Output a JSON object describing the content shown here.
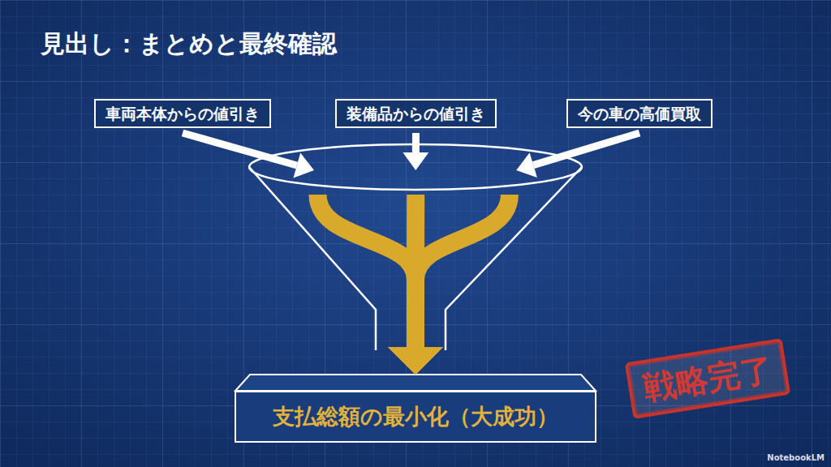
{
  "diagram": {
    "title": "見出し：まとめと最終確認",
    "nodes": [
      {
        "text": [
          "車両本体からの値引き"
        ]
      },
      {
        "text": [
          "装備品からの値引き"
        ]
      },
      {
        "text": [
          "今の車の高価買取"
        ]
      },
      {
        "text": [
          "支払総額の最小化（大成功）"
        ]
      },
      {
        "text": [
          "戦略完了"
        ]
      }
    ],
    "edges": [
      {
        "from": 0,
        "to": 3,
        "arrow": "to"
      },
      {
        "from": 1,
        "to": 3,
        "arrow": "to"
      },
      {
        "from": 2,
        "to": 3,
        "arrow": "to"
      }
    ],
    "labels": [
      "NotebookLM"
    ]
  }
}
